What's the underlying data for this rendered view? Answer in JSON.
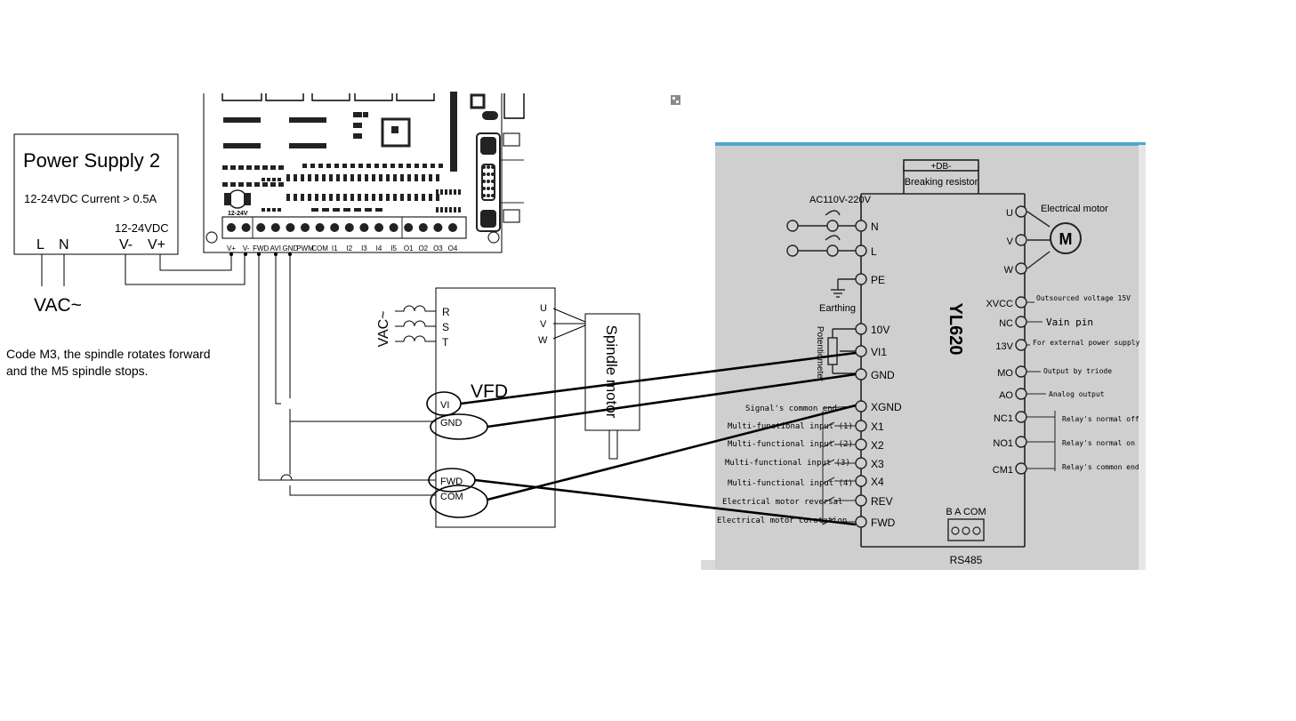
{
  "power_supply": {
    "title": "Power Supply 2",
    "spec": "12-24VDC Current > 0.5A",
    "dc_label": "12-24VDC",
    "terminal_labels": [
      "L",
      "N",
      "V-",
      "V+"
    ],
    "vac_label": "VAC~",
    "note_line1": "Code M3, the spindle rotates forward",
    "note_line2": "and the M5 spindle stops."
  },
  "board": {
    "chip_label": "12-24V",
    "terminals": [
      "V+",
      "V-",
      "FWD",
      "AVI",
      "GND",
      "PWM",
      "COM",
      "I1",
      "I2",
      "I3",
      "I4",
      "I5",
      "O1",
      "O2",
      "O3",
      "O4"
    ]
  },
  "vfd": {
    "title": "VFD",
    "vac_label": "VAC~",
    "inputs": [
      "R",
      "S",
      "T"
    ],
    "outputs": [
      "U",
      "V",
      "W"
    ],
    "control_terminals": [
      "VI",
      "GND",
      "FWD",
      "COM"
    ],
    "motor_label": "Spindle motor"
  },
  "photo": {
    "model": "YL620",
    "resistor_symbol": "+DB-",
    "resistor_label": "Breaking resistor",
    "ac_input": "AC110V-220V",
    "earthing": "Earthing",
    "potentiometer": "Potentiometer",
    "motor_label": "Electrical motor",
    "motor_symbol": "M",
    "left_terminals": [
      "N",
      "L",
      "PE",
      "10V",
      "VI1",
      "GND",
      "XGND",
      "X1",
      "X2",
      "X3",
      "X4",
      "REV",
      "FWD"
    ],
    "right_terminals": [
      "U",
      "V",
      "W",
      "XVCC",
      "NC",
      "13V",
      "MO",
      "AO",
      "NC1",
      "NO1",
      "CM1"
    ],
    "right_descriptions": [
      "Outsourced voltage 15V",
      "Vain pin",
      "For external power supply",
      "Output by triode",
      "Analog output",
      "Relay's normal off",
      "Relay's normal on",
      "Relay's common end"
    ],
    "left_descriptions": [
      "Signal's common end",
      "Multi-functional input (1)",
      "Multi-functional input (2)",
      "Multi-functional input (3)",
      "Multi-functional input (4)",
      "Electrical motor reversal",
      "Electrical motor corotation"
    ],
    "rs485_pins": "B A COM",
    "rs485_label": "RS485"
  },
  "colors": {
    "accent_bar": "#4aa8d0",
    "photo_bg": "#cdcdcd",
    "line": "#000000"
  }
}
